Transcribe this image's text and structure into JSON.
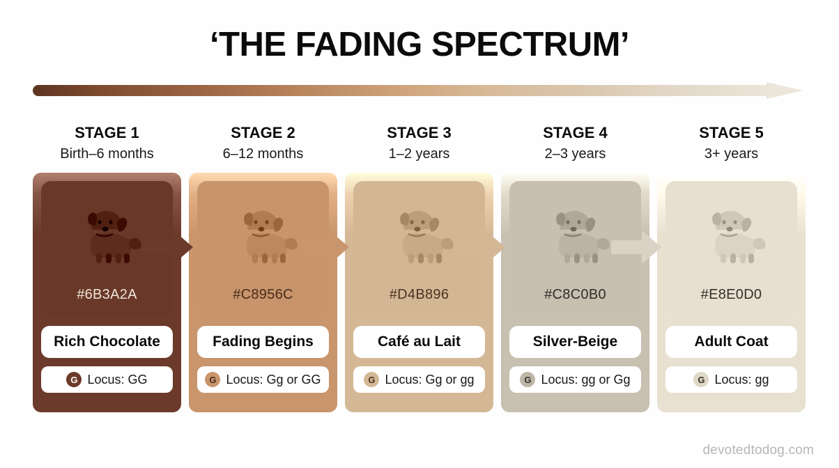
{
  "title": "‘THE FADING SPECTRUM’",
  "watermark": "devotedtodog.com",
  "spectrum_bar": {
    "from_color": "#5D3421",
    "to_color": "#ECE5DA"
  },
  "stages": [
    {
      "name": "STAGE 1",
      "age": "Birth–6 months",
      "hex": "#6B3A2A",
      "label": "Rich Chocolate",
      "locus": "Locus: GG",
      "badge_letter": "G",
      "column_color": "#6B3A2A",
      "swatch_color": "#693828",
      "hex_text_color": "#EFE3D9",
      "badge_bg": "#6B3A2A",
      "badge_fg": "#FFFFFF"
    },
    {
      "name": "STAGE 2",
      "age": "6–12 months",
      "hex": "#C8956C",
      "label": "Fading Begins",
      "locus": "Locus: Gg or GG",
      "badge_letter": "G",
      "column_color": "#C8956C",
      "swatch_color": "#C7946B",
      "hex_text_color": "#4A2D1C",
      "badge_bg": "#C8956C",
      "badge_fg": "#4A2D1C"
    },
    {
      "name": "STAGE 3",
      "age": "1–2 years",
      "hex": "#D4B896",
      "label": "Café au Lait",
      "locus": "Locus: Gg or gg",
      "badge_letter": "G",
      "column_color": "#D4B896",
      "swatch_color": "#D3B795",
      "hex_text_color": "#4A3322",
      "badge_bg": "#D4B896",
      "badge_fg": "#4A3322"
    },
    {
      "name": "STAGE 4",
      "age": "2–3 years",
      "hex": "#C8C0B0",
      "label": "Silver-Beige",
      "locus": "Locus: gg or Gg",
      "badge_letter": "G",
      "column_color": "#C8C0B0",
      "swatch_color": "#C7BFAF",
      "hex_text_color": "#2E2E2B",
      "badge_bg": "#BDB5A6",
      "badge_fg": "#33332F"
    },
    {
      "name": "STAGE 5",
      "age": "3+ years",
      "hex": "#E8E0D0",
      "label": "Adult Coat",
      "locus": "Locus: gg",
      "badge_letter": "G",
      "column_color": "#E8E0D0",
      "swatch_color": "#E7DFCF",
      "hex_text_color": "#33302A",
      "badge_bg": "#E0D8C6",
      "badge_fg": "#33302A"
    }
  ],
  "connectors": [
    {
      "color": "#6B3A2A"
    },
    {
      "color": "#C8956C"
    },
    {
      "color": "#D4B896"
    },
    {
      "color": "#D9D2C5"
    }
  ]
}
